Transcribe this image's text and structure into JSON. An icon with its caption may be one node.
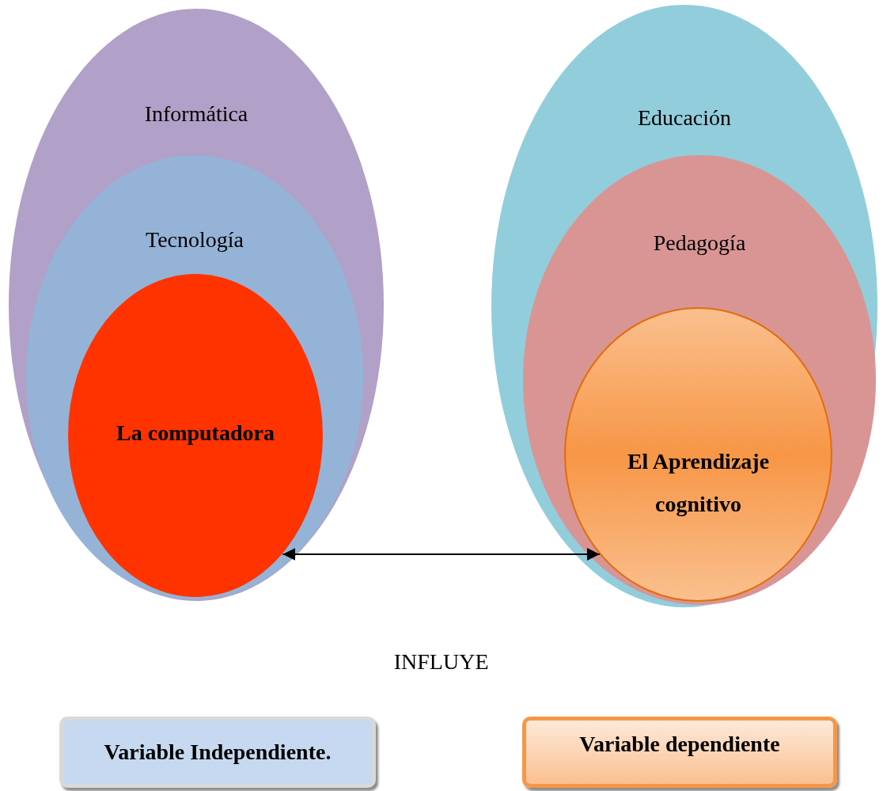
{
  "diagram": {
    "nodes": [
      {
        "text": [
          "Informática"
        ]
      },
      {
        "text": [
          "Tecnología"
        ],
        "in": 0
      },
      {
        "text": [
          "La computadora"
        ],
        "in": 1
      },
      {
        "text": [
          "Educación"
        ]
      },
      {
        "text": [
          "Pedagogía"
        ],
        "in": 3
      },
      {
        "text": [
          "El Aprendizaje cognitivo"
        ],
        "in": 4
      },
      {
        "text": [
          "Variable Independiente."
        ]
      },
      {
        "text": [
          "Variable dependiente"
        ]
      }
    ],
    "edges": [
      {
        "from": 2,
        "to": 5,
        "arrow": "both",
        "label": "INFLUYE"
      }
    ]
  }
}
